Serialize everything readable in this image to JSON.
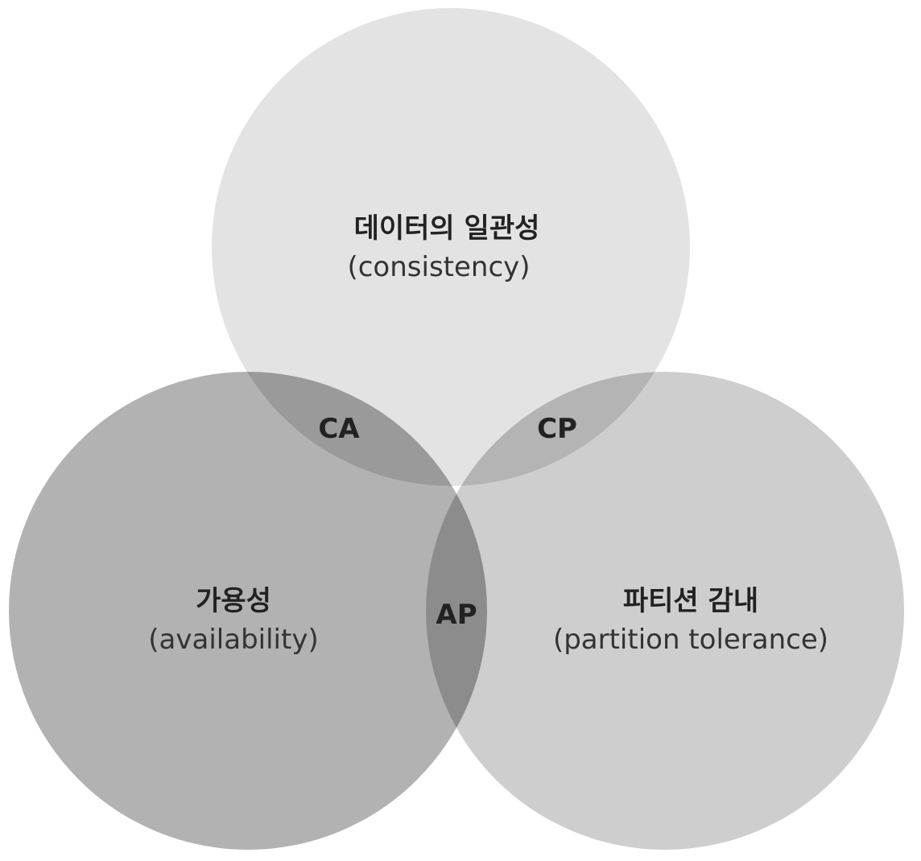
{
  "diagram": {
    "sets": {
      "consistency": {
        "title": "데이터의 일관성",
        "subtitle": "(consistency)",
        "fill": "#e3e3e3"
      },
      "availability": {
        "title": "가용성",
        "subtitle": "(availability)",
        "fill": "#b2b2b2"
      },
      "partition": {
        "title": "파티션 감내",
        "subtitle": "(partition tolerance)",
        "fill": "#cecece"
      }
    },
    "overlaps": {
      "ca": {
        "label": "CA",
        "fill": "#9a9a9a"
      },
      "cp": {
        "label": "CP",
        "fill": "#b4b4b4"
      },
      "ap": {
        "label": "AP",
        "fill": "#8c8c8c"
      }
    }
  }
}
